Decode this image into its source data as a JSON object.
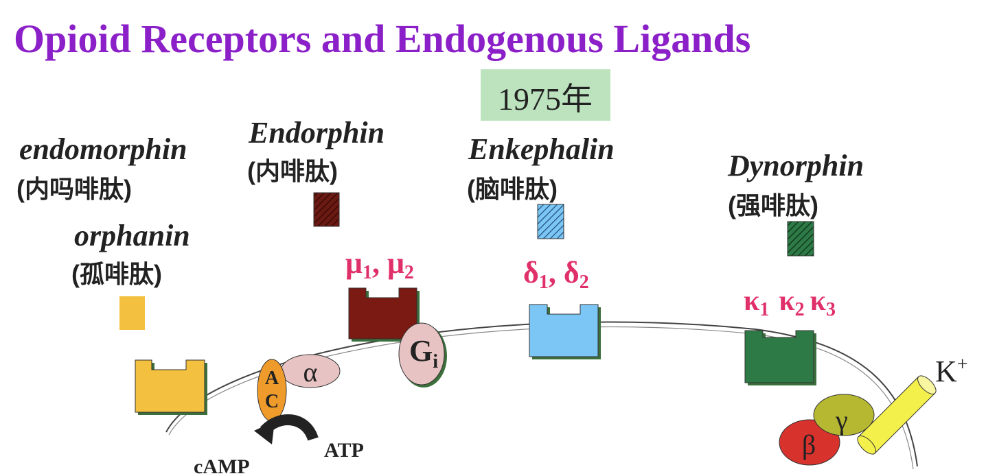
{
  "title": "Opioid Receptors and Endogenous Ligands",
  "year_badge": "1975年",
  "ligands": {
    "endomorphin": {
      "name": "endomorphin",
      "cn": "(内吗啡肽)"
    },
    "orphanin": {
      "name": "orphanin",
      "cn": "(孤啡肽)"
    },
    "endorphin": {
      "name": "Endorphin",
      "cn": "(内啡肽)"
    },
    "enkephalin": {
      "name": "Enkephalin",
      "cn": "(脑啡肽)"
    },
    "dynorphin": {
      "name": "Dynorphin",
      "cn": "(强啡肽)"
    }
  },
  "receptors": {
    "mu": {
      "symbol": "μ",
      "sub1": "1",
      "sub2": "2"
    },
    "delta": {
      "symbol": "δ",
      "sub1": "1",
      "sub2": "2"
    },
    "kappa": {
      "symbol": "κ",
      "sub1": "1",
      "sub2": "2",
      "sub3": "3"
    }
  },
  "proteins": {
    "gi": {
      "letter": "G",
      "sub": "i"
    },
    "alpha": "α",
    "ac_top": "A",
    "ac_bottom": "C",
    "beta": "β",
    "gamma": "γ",
    "potassium": {
      "letter": "K",
      "sup": "+"
    }
  },
  "reaction": {
    "substrate": "ATP",
    "product": "cAMP"
  },
  "colors": {
    "title": "#8B1FC8",
    "receptor_label": "#E0306A",
    "badge_bg": "#BCE3BE",
    "orphanin_yellow": "#F3C03F",
    "mu_maroon": "#7A1A12",
    "delta_blue": "#7CC6F5",
    "kappa_green": "#2E7A46",
    "gi_pink": "#E8C3C3",
    "ac_orange": "#EE9B2C",
    "beta_red": "#D8322D",
    "gamma_olive": "#B6B832",
    "k_channel_yellow": "#F4F04B"
  }
}
